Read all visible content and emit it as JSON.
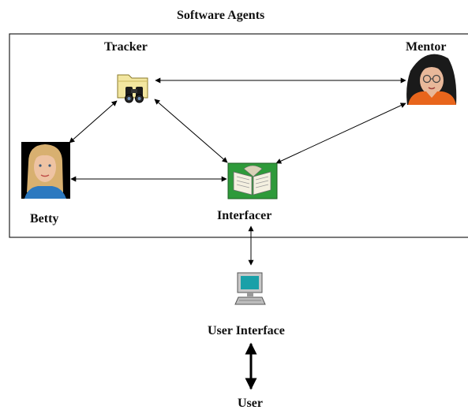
{
  "diagram": {
    "title": "Software Agents",
    "agents": {
      "tracker": {
        "label": "Tracker",
        "icon": "binoculars-folder-icon"
      },
      "mentor": {
        "label": "Mentor",
        "icon": "mentor-portrait-icon"
      },
      "betty": {
        "label": "Betty",
        "icon": "betty-portrait-icon"
      },
      "interfacer": {
        "label": "Interfacer",
        "icon": "open-book-icon"
      }
    },
    "user_interface": {
      "label": "User Interface",
      "icon": "computer-monitor-icon"
    },
    "user": {
      "label": "User"
    },
    "colors": {
      "frame": "#222222",
      "arrow": "#000000",
      "book_bg": "#2e9a3a",
      "folder": "#f2e6a0",
      "monitor_screen": "#1aa0a8"
    }
  }
}
